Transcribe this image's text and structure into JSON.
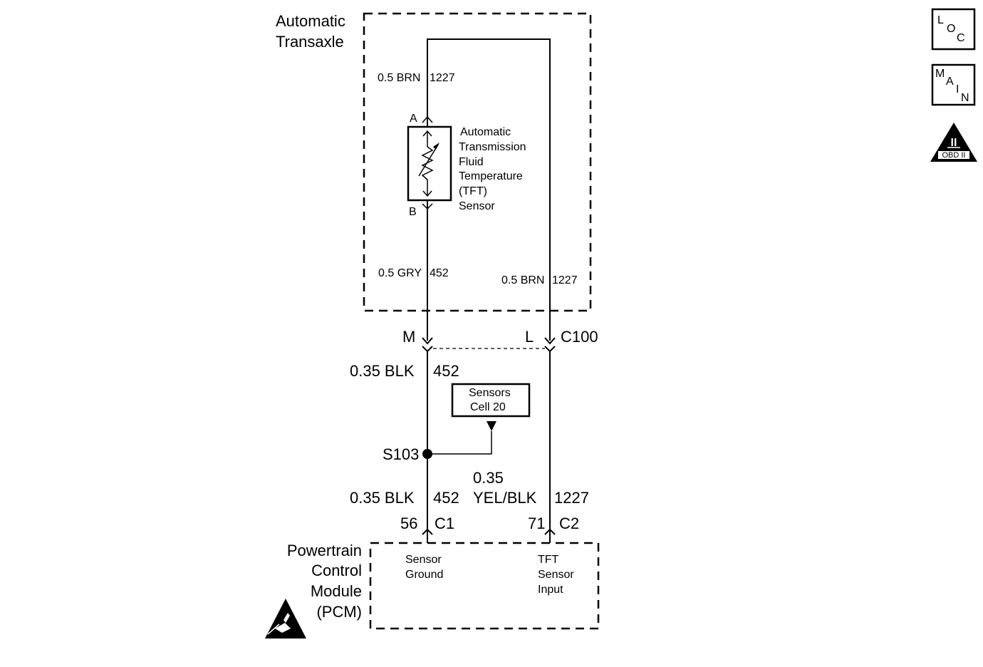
{
  "transaxle": {
    "title_line1": "Automatic",
    "title_line2": "Transaxle",
    "wire_top_left": "0.5 BRN",
    "wire_top_left_circuit": "1227",
    "wire_lower_left": "0.5 GRY",
    "wire_lower_left_circuit": "452",
    "wire_lower_right": "0.5 BRN",
    "wire_lower_right_circuit": "1227"
  },
  "sensor": {
    "pin_a": "A",
    "pin_b": "B",
    "lines": [
      "Automatic",
      "Transmission",
      "Fluid",
      "Temperature",
      "(TFT)",
      "Sensor"
    ]
  },
  "connector_c100": {
    "pin_left": "M",
    "pin_right": "L",
    "name": "C100"
  },
  "middle": {
    "wire_left_top": "0.35 BLK",
    "wire_left_top_circuit": "452",
    "ref_box_line1": "Sensors",
    "ref_box_line2": "Cell 20",
    "splice": "S103",
    "wire_left_bottom": "0.35 BLK",
    "wire_left_bottom_circuit": "452",
    "wire_right_gauge": "0.35",
    "wire_right_color": "YEL/BLK",
    "wire_right_circuit": "1227"
  },
  "pcm_connectors": {
    "left_pin": "56",
    "left_conn": "C1",
    "right_pin": "71",
    "right_conn": "C2"
  },
  "pcm": {
    "title_lines": [
      "Powertrain",
      "Control",
      "Module",
      "(PCM)"
    ],
    "sensor_ground_line1": "Sensor",
    "sensor_ground_line2": "Ground",
    "tft_input_lines": [
      "TFT",
      "Sensor",
      "Input"
    ]
  },
  "side_icons": {
    "loc": [
      "L",
      "O",
      "C"
    ],
    "main": [
      "M",
      "A",
      "I",
      "N"
    ],
    "obd_top": "II",
    "obd_label": "OBD II"
  }
}
